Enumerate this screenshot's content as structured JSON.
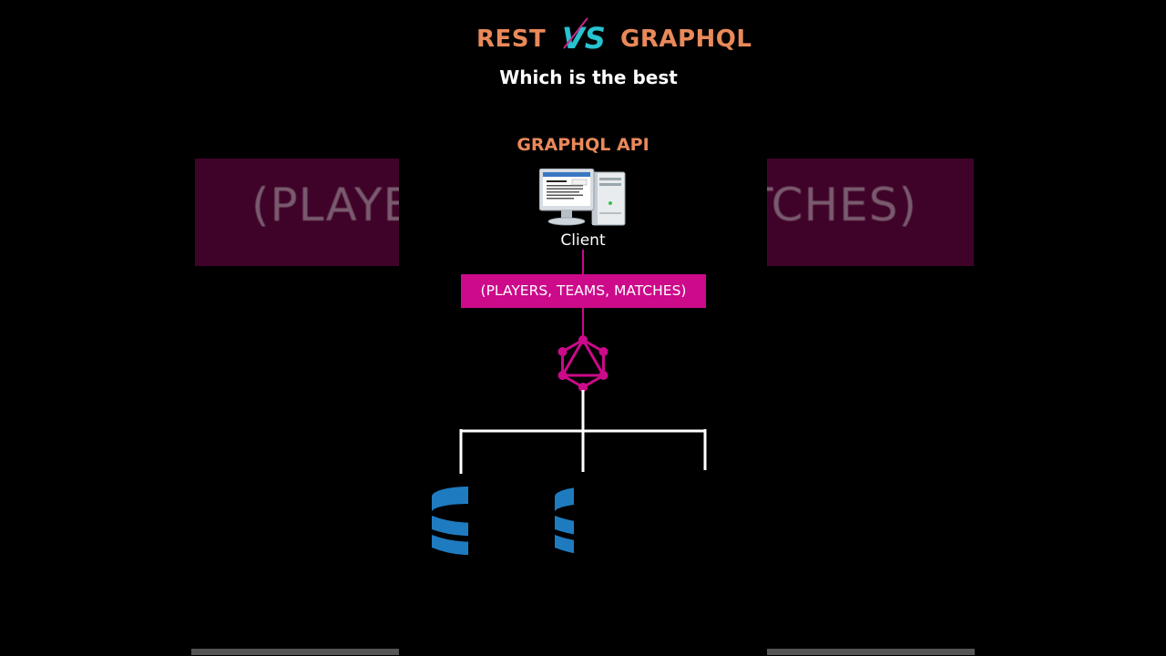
{
  "title": {
    "left": "REST",
    "vs": "VS",
    "right": "GRAPHQL",
    "subtitle": "Which is the best"
  },
  "diagram": {
    "api_label": "GRAPHQL API",
    "client_label": "Client",
    "query_label": "(PLAYERS, TEAMS, MATCHES)"
  },
  "background": {
    "left_text": "(PLAYE",
    "right_text": "TCHES)"
  },
  "colors": {
    "accent_orange": "#e9895a",
    "accent_teal": "#27c3cf",
    "graphql_pink": "#cc0a8a",
    "database_blue": "#1f7bc0"
  },
  "icons": {
    "client": "desktop-computer-icon",
    "api": "graphql-logo-icon",
    "database": "database-icon"
  }
}
